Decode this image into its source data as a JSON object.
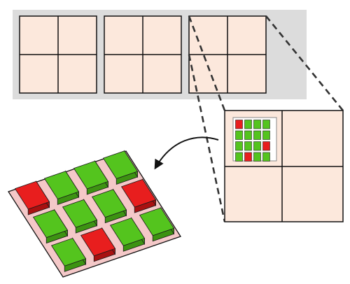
{
  "diagram": {
    "type": "zoom-hierarchy",
    "levels": [
      {
        "name": "strip",
        "panels": 3,
        "cells_per_panel": "2x2"
      },
      {
        "name": "zoomed-panel",
        "cells": "2x2"
      },
      {
        "name": "mini-grid",
        "rows": 4,
        "cols": 4
      },
      {
        "name": "3d-pad",
        "rows": 4,
        "cols": 3
      }
    ],
    "mini_grid": [
      [
        "red",
        "green",
        "green",
        "green"
      ],
      [
        "green",
        "green",
        "green",
        "green"
      ],
      [
        "green",
        "green",
        "green",
        "red"
      ],
      [
        "green",
        "red",
        "green",
        "green"
      ]
    ],
    "pad_grid": [
      [
        "red",
        "green",
        "green",
        "green"
      ],
      [
        "green",
        "green",
        "green",
        "red"
      ],
      [
        "green",
        "red",
        "green",
        "green"
      ]
    ]
  },
  "colors": {
    "strip_bg": "#dcdcdc",
    "cell_fill": "#fce8dc",
    "pad_fill": "#f4c8c8",
    "green_top": "#54c41e",
    "green_side": "#3d9312",
    "red_top": "#e81e1e",
    "red_side": "#a81111",
    "outline": "#111111"
  }
}
